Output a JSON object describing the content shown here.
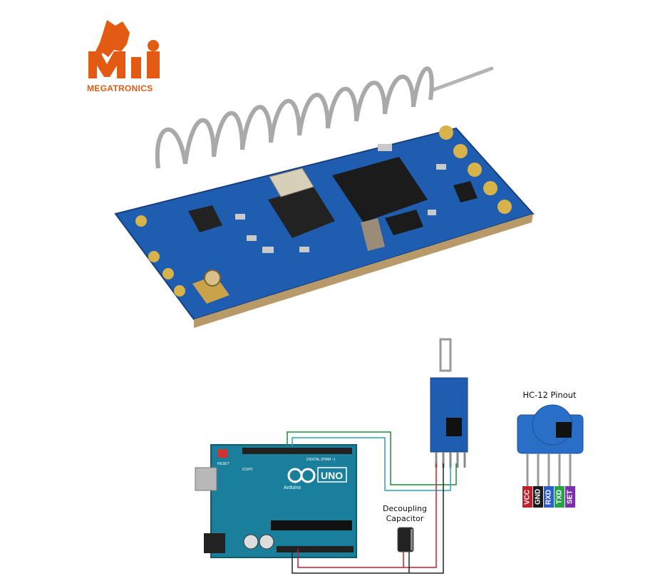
{
  "logo": {
    "brand": "MEGATRONICS",
    "mark": "Mi",
    "colors": {
      "primary": "#e35a12"
    }
  },
  "module": {
    "pcb_color": "#1f5db0",
    "antenna": "spring-coil"
  },
  "diagram": {
    "title": "HC-12 Pinout",
    "capacitor_label_line1": "Decoupling",
    "capacitor_label_line2": "Capacitor",
    "board_label": "UNO",
    "board_brand": "Arduino",
    "board_reset": "RESET",
    "board_icsp": "ICSP2",
    "board_digital": "DIGITAL (PWM ~)",
    "pins": [
      {
        "label": "VCC",
        "color": "#c0202a"
      },
      {
        "label": "GND",
        "color": "#1a1a1a"
      },
      {
        "label": "RXD",
        "color": "#2a5bd0"
      },
      {
        "label": "TXD",
        "color": "#2aa04a"
      },
      {
        "label": "SET",
        "color": "#7a2fb0"
      }
    ]
  }
}
